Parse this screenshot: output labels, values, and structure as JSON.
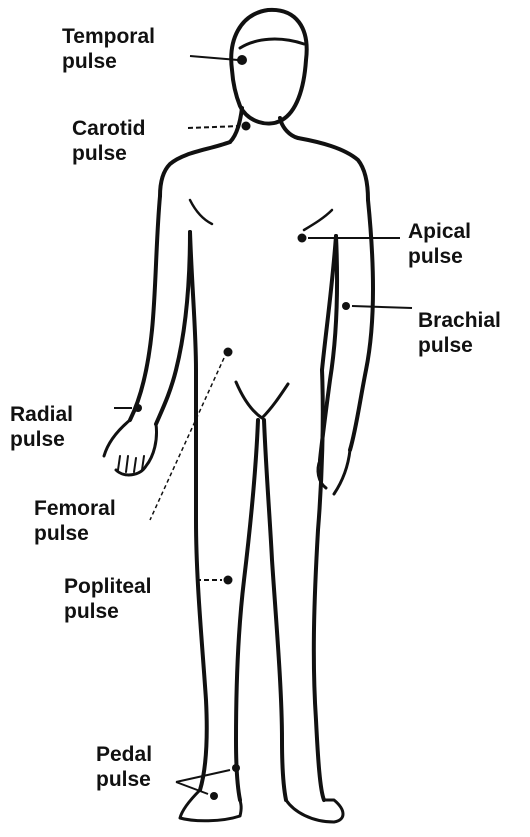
{
  "labels": {
    "temporal": "Temporal\npulse",
    "carotid": "Carotid\npulse",
    "apical": "Apical\npulse",
    "brachial": "Brachial\npulse",
    "radial": "Radial\npulse",
    "femoral": "Femoral\npulse",
    "popliteal": "Popliteal\npulse",
    "pedal": "Pedal\npulse"
  },
  "colors": {
    "ink": "#111111",
    "background": "#ffffff"
  }
}
